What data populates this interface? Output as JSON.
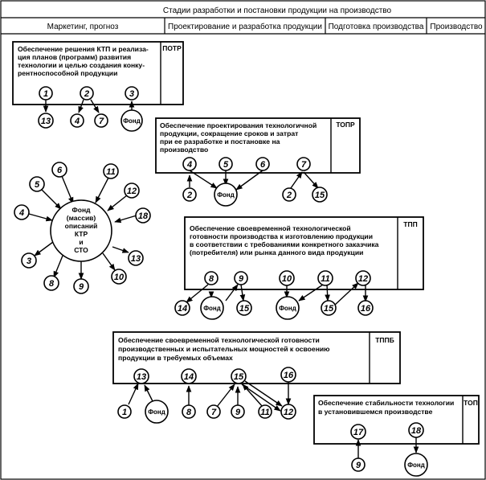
{
  "header": {
    "title": "Стадии разработки и постановки продукции на производство",
    "stages": [
      "Маркетинг, прогноз",
      "Проектирование и разработка продукции",
      "Подготовка производства",
      "Производство"
    ]
  },
  "fond_label": "Фонд",
  "center_circle": {
    "lines": [
      "Фонд",
      "(массив)",
      "описаний",
      "КТР",
      "и",
      "СТО"
    ]
  },
  "center_nums": [
    "6",
    "11",
    "5",
    "12",
    "4",
    "18",
    "3",
    "13",
    "8",
    "10",
    "9"
  ],
  "boxes": [
    {
      "tag": "ПОТР",
      "lines": [
        "Обеспечение решения КТП и реализа-",
        "ция планов (программ) развития",
        "технологии и целью создания конку-",
        "рентноспособной продукции"
      ]
    },
    {
      "tag": "ТОПР",
      "lines": [
        "Обеспечение проектирования технологичной",
        "продукции, сокращение сроков и затрат",
        "при ее разработке и постановке на",
        "производство"
      ]
    },
    {
      "tag": "ТПП",
      "lines": [
        "Обеспечение своевременной технологической",
        "готовности производства к изготовлению продукции",
        "в соответствии с требованиями конкретного заказчика",
        "(потребителя) или рынка данного вида продукции"
      ]
    },
    {
      "tag": "ТППБ",
      "lines": [
        "Обеспечение своевременной технологической готовности",
        "производственных и испытательных мощностей к освоению",
        "продукции в требуемых объемах"
      ]
    },
    {
      "tag": "ТОП",
      "lines": [
        "Обеспечение стабильности технологии",
        "в установившемся производстве"
      ]
    }
  ],
  "nodes": {
    "b1": [
      "1",
      "2",
      "3",
      "13",
      "4",
      "7"
    ],
    "b2": [
      "4",
      "5",
      "6",
      "7",
      "2",
      "2",
      "15"
    ],
    "b3": [
      "8",
      "9",
      "10",
      "11",
      "12",
      "14",
      "15",
      "15",
      "16"
    ],
    "b4": [
      "13",
      "14",
      "15",
      "16",
      "1",
      "8",
      "7",
      "9",
      "11",
      "12"
    ],
    "b5": [
      "17",
      "18",
      "9"
    ]
  }
}
